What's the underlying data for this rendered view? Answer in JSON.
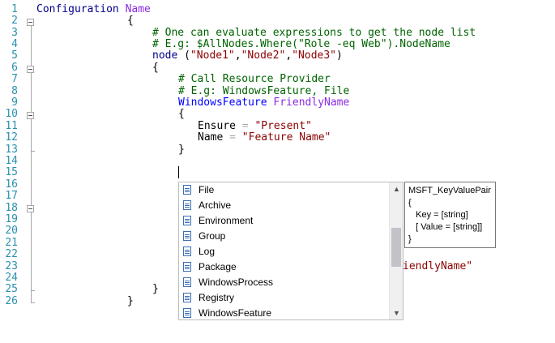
{
  "editor": {
    "line_numbers": [
      "1",
      "2",
      "3",
      "4",
      "5",
      "6",
      "7",
      "8",
      "9",
      "10",
      "11",
      "12",
      "13",
      "14",
      "15",
      "16",
      "17",
      "18",
      "19",
      "20",
      "21",
      "22",
      "23",
      "24",
      "25",
      "26"
    ],
    "code": {
      "l1_kw": "Configuration",
      "l1_name": "Name",
      "l2": "{",
      "l3": "# One can evaluate expressions to get the node list",
      "l4a": "# E.g: $AllNodes.Where(",
      "l4b": "\"Role -eq Web\"",
      "l4c": ").NodeName",
      "l5_kw": "node",
      "l5_p1": " (",
      "l5_s1": "\"Node1\"",
      "l5_c1": ",",
      "l5_s2": "\"Node2\"",
      "l5_c2": ",",
      "l5_s3": "\"Node3\"",
      "l5_p2": ")",
      "l6": "{",
      "l7": "# Call Resource Provider",
      "l8": "# E.g: WindowsFeature, File",
      "l9_type": "WindowsFeature",
      "l9_name": "FriendlyName",
      "l10": "{",
      "l11_key": "Ensure",
      "l11_eq": " = ",
      "l11_val": "\"Present\"",
      "l12_key": "Name",
      "l12_eq": " = ",
      "l12_val": "\"Feature Name\"",
      "l13": "}",
      "l23_partial": "iendlyName\"",
      "l25": "}",
      "l26": "}"
    }
  },
  "completion": {
    "items": [
      "File",
      "Archive",
      "Environment",
      "Group",
      "Log",
      "Package",
      "WindowsProcess",
      "Registry",
      "WindowsFeature"
    ],
    "scroll_up": "▲",
    "scroll_down": "▼"
  },
  "tooltip": {
    "lines": [
      "MSFT_KeyValuePair",
      "{",
      "   Key = [string]",
      "   [ Value = [string]]",
      "}"
    ]
  },
  "colors": {
    "line_number": "#2b91af",
    "keyword": "#00008b",
    "name": "#8a2be2",
    "comment": "#006400",
    "string": "#8b0000",
    "type": "#0000ff"
  }
}
